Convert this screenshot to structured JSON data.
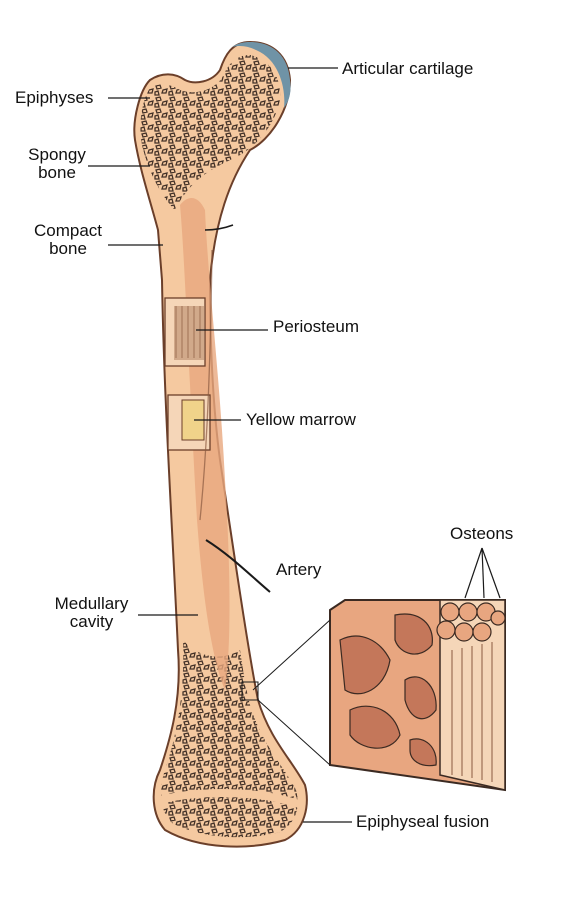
{
  "labels": {
    "articular_cartilage": "Articular cartilage",
    "epiphyses": "Epiphyses",
    "spongy_bone": [
      "Spongy",
      "bone"
    ],
    "compact_bone": [
      "Compact",
      "bone"
    ],
    "periosteum": "Periosteum",
    "yellow_marrow": "Yellow marrow",
    "artery": "Artery",
    "medullary_cavity": [
      "Medullary",
      "cavity"
    ],
    "osteons": "Osteons",
    "epiphyseal_fusion": "Epiphyseal fusion"
  },
  "colors": {
    "bone": "#f5c9a0",
    "bone_shadow": "#e9a77e",
    "spongy_dots": "#3b2a22",
    "cartilage": "#6f93a6",
    "periosteum": "#b98a6a",
    "yellow_marrow": "#f0d38a",
    "section_bone": "#e8a680",
    "section_trabecula": "#c4775a",
    "outline": "#6b3f2a"
  }
}
